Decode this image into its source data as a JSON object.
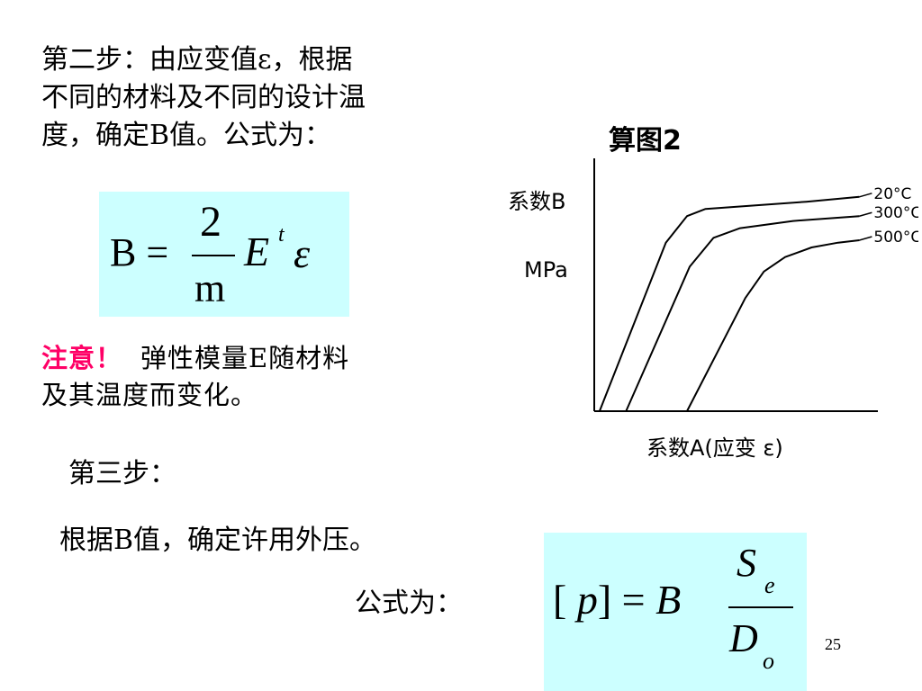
{
  "step2": {
    "lines": [
      "第二步：由应变值ε，根据",
      "不同的材料及不同的设计温",
      "度，确定B值。公式为："
    ]
  },
  "formula1": {
    "lhs": "B =",
    "numerator": "2",
    "denominator": "m",
    "E": "E",
    "superscript": "t",
    "epsilon": "ε"
  },
  "note": {
    "label": "注意！",
    "line1": "弹性模量E随材料",
    "line2": "及其温度而变化。"
  },
  "step3": {
    "title": "第三步：",
    "desc": "根据B值，确定许用外压。",
    "formula_label": "公式为："
  },
  "formula2": {
    "lhs_open": "[",
    "p": "p",
    "lhs_close": "] = ",
    "B": "B",
    "S": "S",
    "S_sub": "e",
    "D": "D",
    "D_sub": "o"
  },
  "page_number": "25",
  "chart_data": {
    "type": "line",
    "title": "算图2",
    "ylabel_line1": "系数B",
    "ylabel_line2": "MPa",
    "xlabel": "系数A(应变  ε)",
    "series": [
      {
        "name": "20°C",
        "x": [
          0.02,
          0.27,
          0.35,
          0.42,
          0.55,
          0.8,
          1.0
        ],
        "y": [
          0.0,
          0.7,
          0.81,
          0.84,
          0.85,
          0.87,
          0.89
        ]
      },
      {
        "name": "300°C",
        "x": [
          0.12,
          0.36,
          0.45,
          0.55,
          0.75,
          1.0
        ],
        "y": [
          0.0,
          0.6,
          0.72,
          0.76,
          0.79,
          0.81
        ]
      },
      {
        "name": "500°C",
        "x": [
          0.35,
          0.57,
          0.64,
          0.72,
          0.82,
          0.92,
          1.0
        ],
        "y": [
          0.0,
          0.47,
          0.58,
          0.64,
          0.68,
          0.7,
          0.71
        ]
      }
    ],
    "xlim": [
      0,
      1.07
    ],
    "ylim": [
      0,
      1.05
    ],
    "grid": false,
    "legend": "right-inline",
    "line_color": "#000000"
  }
}
